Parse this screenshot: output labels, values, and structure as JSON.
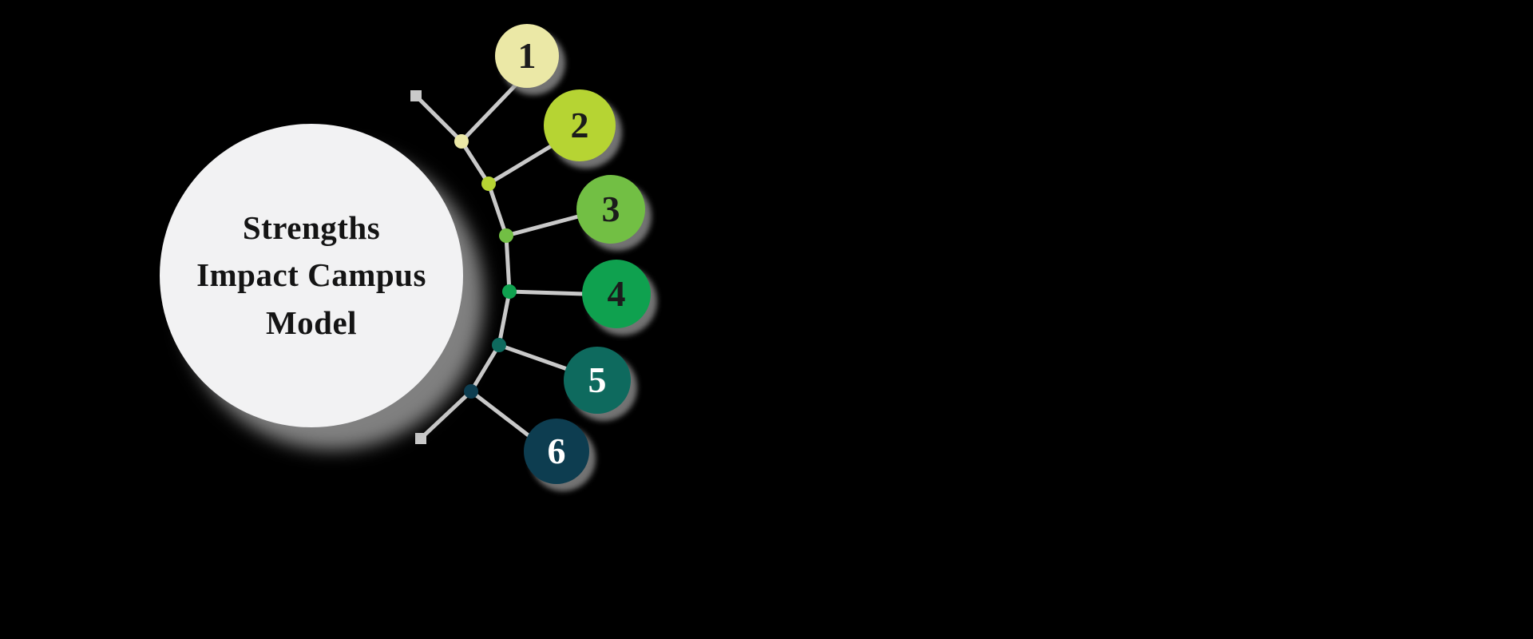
{
  "title": {
    "line1": "Strengths",
    "line2": "Impact Campus",
    "line3": "Model"
  },
  "steps": [
    {
      "label": "1",
      "color": "#ebe8a6",
      "text_color": "#1b1b1b"
    },
    {
      "label": "2",
      "color": "#b6d433",
      "text_color": "#1b1b1b"
    },
    {
      "label": "3",
      "color": "#72bf44",
      "text_color": "#1b1b1b"
    },
    {
      "label": "4",
      "color": "#0fa14f",
      "text_color": "#1b1b1b"
    },
    {
      "label": "5",
      "color": "#0e6a5e",
      "text_color": "#ffffff"
    },
    {
      "label": "6",
      "color": "#0d3d50",
      "text_color": "#ffffff"
    }
  ],
  "colors": {
    "background": "#000000",
    "connector": "#c9c9c9",
    "hub_fill": "#f2f2f3",
    "hub_text": "#141414",
    "shadow": "#969696"
  }
}
